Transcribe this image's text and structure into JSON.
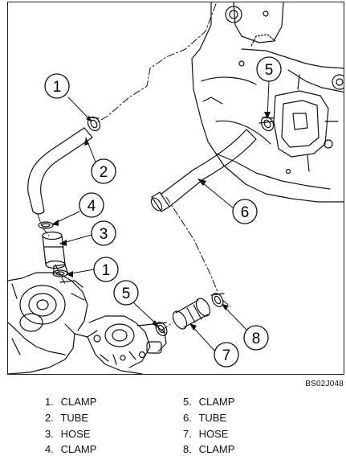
{
  "figure_code": "BS02J048",
  "callouts": [
    {
      "id": "c1a",
      "label": "1"
    },
    {
      "id": "c2",
      "label": "2"
    },
    {
      "id": "c4",
      "label": "4"
    },
    {
      "id": "c3",
      "label": "3"
    },
    {
      "id": "c1b",
      "label": "1"
    },
    {
      "id": "c5a",
      "label": "5"
    },
    {
      "id": "c6",
      "label": "6"
    },
    {
      "id": "c5b",
      "label": "5"
    },
    {
      "id": "c7",
      "label": "7"
    },
    {
      "id": "c8",
      "label": "8"
    }
  ],
  "legend": [
    {
      "num": "1.",
      "name": "CLAMP"
    },
    {
      "num": "2.",
      "name": "TUBE"
    },
    {
      "num": "3.",
      "name": "HOSE"
    },
    {
      "num": "4.",
      "name": "CLAMP"
    },
    {
      "num": "5.",
      "name": "CLAMP"
    },
    {
      "num": "6.",
      "name": "TUBE"
    },
    {
      "num": "7.",
      "name": "HOSE"
    },
    {
      "num": "8.",
      "name": "CLAMP"
    }
  ]
}
